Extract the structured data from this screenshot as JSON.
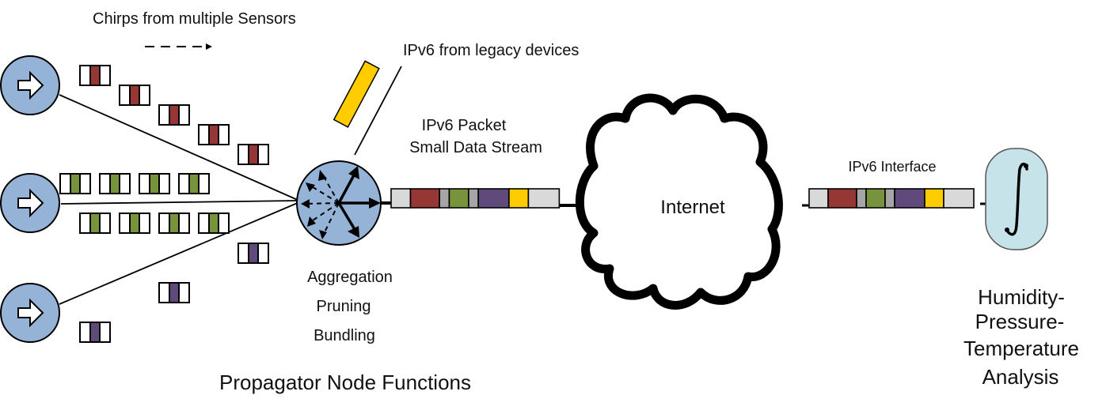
{
  "labels": {
    "chirps": "Chirps from multiple Sensors",
    "legacy": "IPv6 from legacy devices",
    "packet_line1": "IPv6 Packet",
    "packet_line2": "Small Data Stream",
    "internet": "Internet",
    "interface": "IPv6 Interface",
    "functions": [
      "Aggregation",
      "Pruning",
      "Bundling"
    ],
    "propagator": "Propagator Node Functions",
    "analysis": [
      "Humidity-",
      "Pressure-",
      "Temperature",
      "Analysis"
    ]
  },
  "colors": {
    "sensor_fill": "#95b3d7",
    "red": "#953735",
    "green": "#77933c",
    "purple": "#604a7b",
    "yellow": "#ffcc00",
    "light_gray": "#d9d9d9",
    "mid_gray": "#a6a6a6",
    "analysis_fill": "#c5e3e8"
  },
  "sensors": [
    {
      "name": "sensor-1",
      "icon": "arrow-right-icon",
      "stream_color": "red"
    },
    {
      "name": "sensor-2",
      "icon": "arrow-right-icon",
      "stream_color": "green"
    },
    {
      "name": "sensor-3",
      "icon": "arrow-right-icon",
      "stream_color": "purple"
    }
  ],
  "chirp_counts": {
    "red": 5,
    "green": 8,
    "purple": 3
  },
  "packet_segments": [
    "light_gray",
    "red",
    "mid_gray",
    "green",
    "mid_gray",
    "purple",
    "yellow",
    "light_gray"
  ],
  "analysis_icon": "integral-icon"
}
